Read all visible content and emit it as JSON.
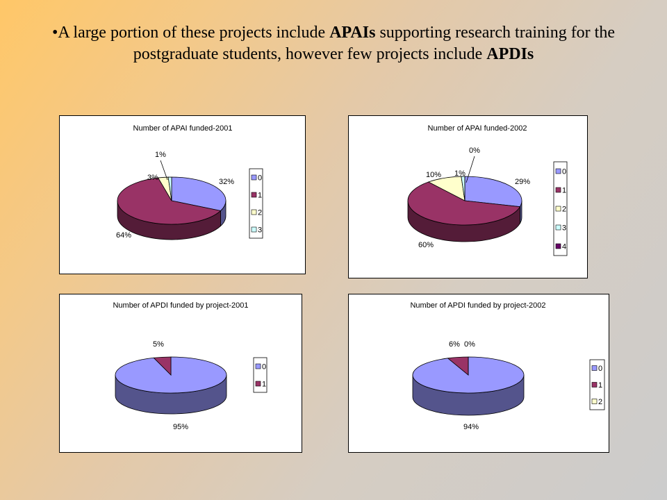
{
  "headline": {
    "bullet": "•",
    "part1": "A large portion of these projects include ",
    "bold1": "APAIs",
    "part2": " supporting research training for the postgraduate students, however few projects include ",
    "bold2": "APDIs"
  },
  "chart_data": [
    {
      "type": "pie",
      "title": "Number of APAI funded-2001",
      "categories": [
        "0",
        "1",
        "2",
        "3"
      ],
      "values": [
        32,
        64,
        3,
        1
      ],
      "labels": [
        "32%",
        "64%",
        "3%",
        "1%"
      ],
      "colors": [
        "#9999ff",
        "#993366",
        "#ffffcc",
        "#ccffff"
      ],
      "legend": "right"
    },
    {
      "type": "pie",
      "title": "Number of APAI funded-2002",
      "categories": [
        "0",
        "1",
        "2",
        "3",
        "4"
      ],
      "values": [
        29,
        60,
        10,
        1,
        0
      ],
      "labels": [
        "29%",
        "60%",
        "10%",
        "1%",
        "0%"
      ],
      "colors": [
        "#9999ff",
        "#993366",
        "#ffffcc",
        "#ccffff",
        "#660066"
      ],
      "legend": "right"
    },
    {
      "type": "pie",
      "title": "Number of APDI funded by project-2001",
      "categories": [
        "0",
        "1"
      ],
      "values": [
        95,
        5
      ],
      "labels": [
        "95%",
        "5%"
      ],
      "colors": [
        "#9999ff",
        "#993366"
      ],
      "legend": "right"
    },
    {
      "type": "pie",
      "title": "Number of APDI funded by project-2002",
      "categories": [
        "0",
        "1",
        "2"
      ],
      "values": [
        94,
        6,
        0
      ],
      "labels": [
        "94%",
        "6%",
        "0%"
      ],
      "colors": [
        "#9999ff",
        "#993366",
        "#ffffcc"
      ],
      "legend": "right"
    }
  ]
}
